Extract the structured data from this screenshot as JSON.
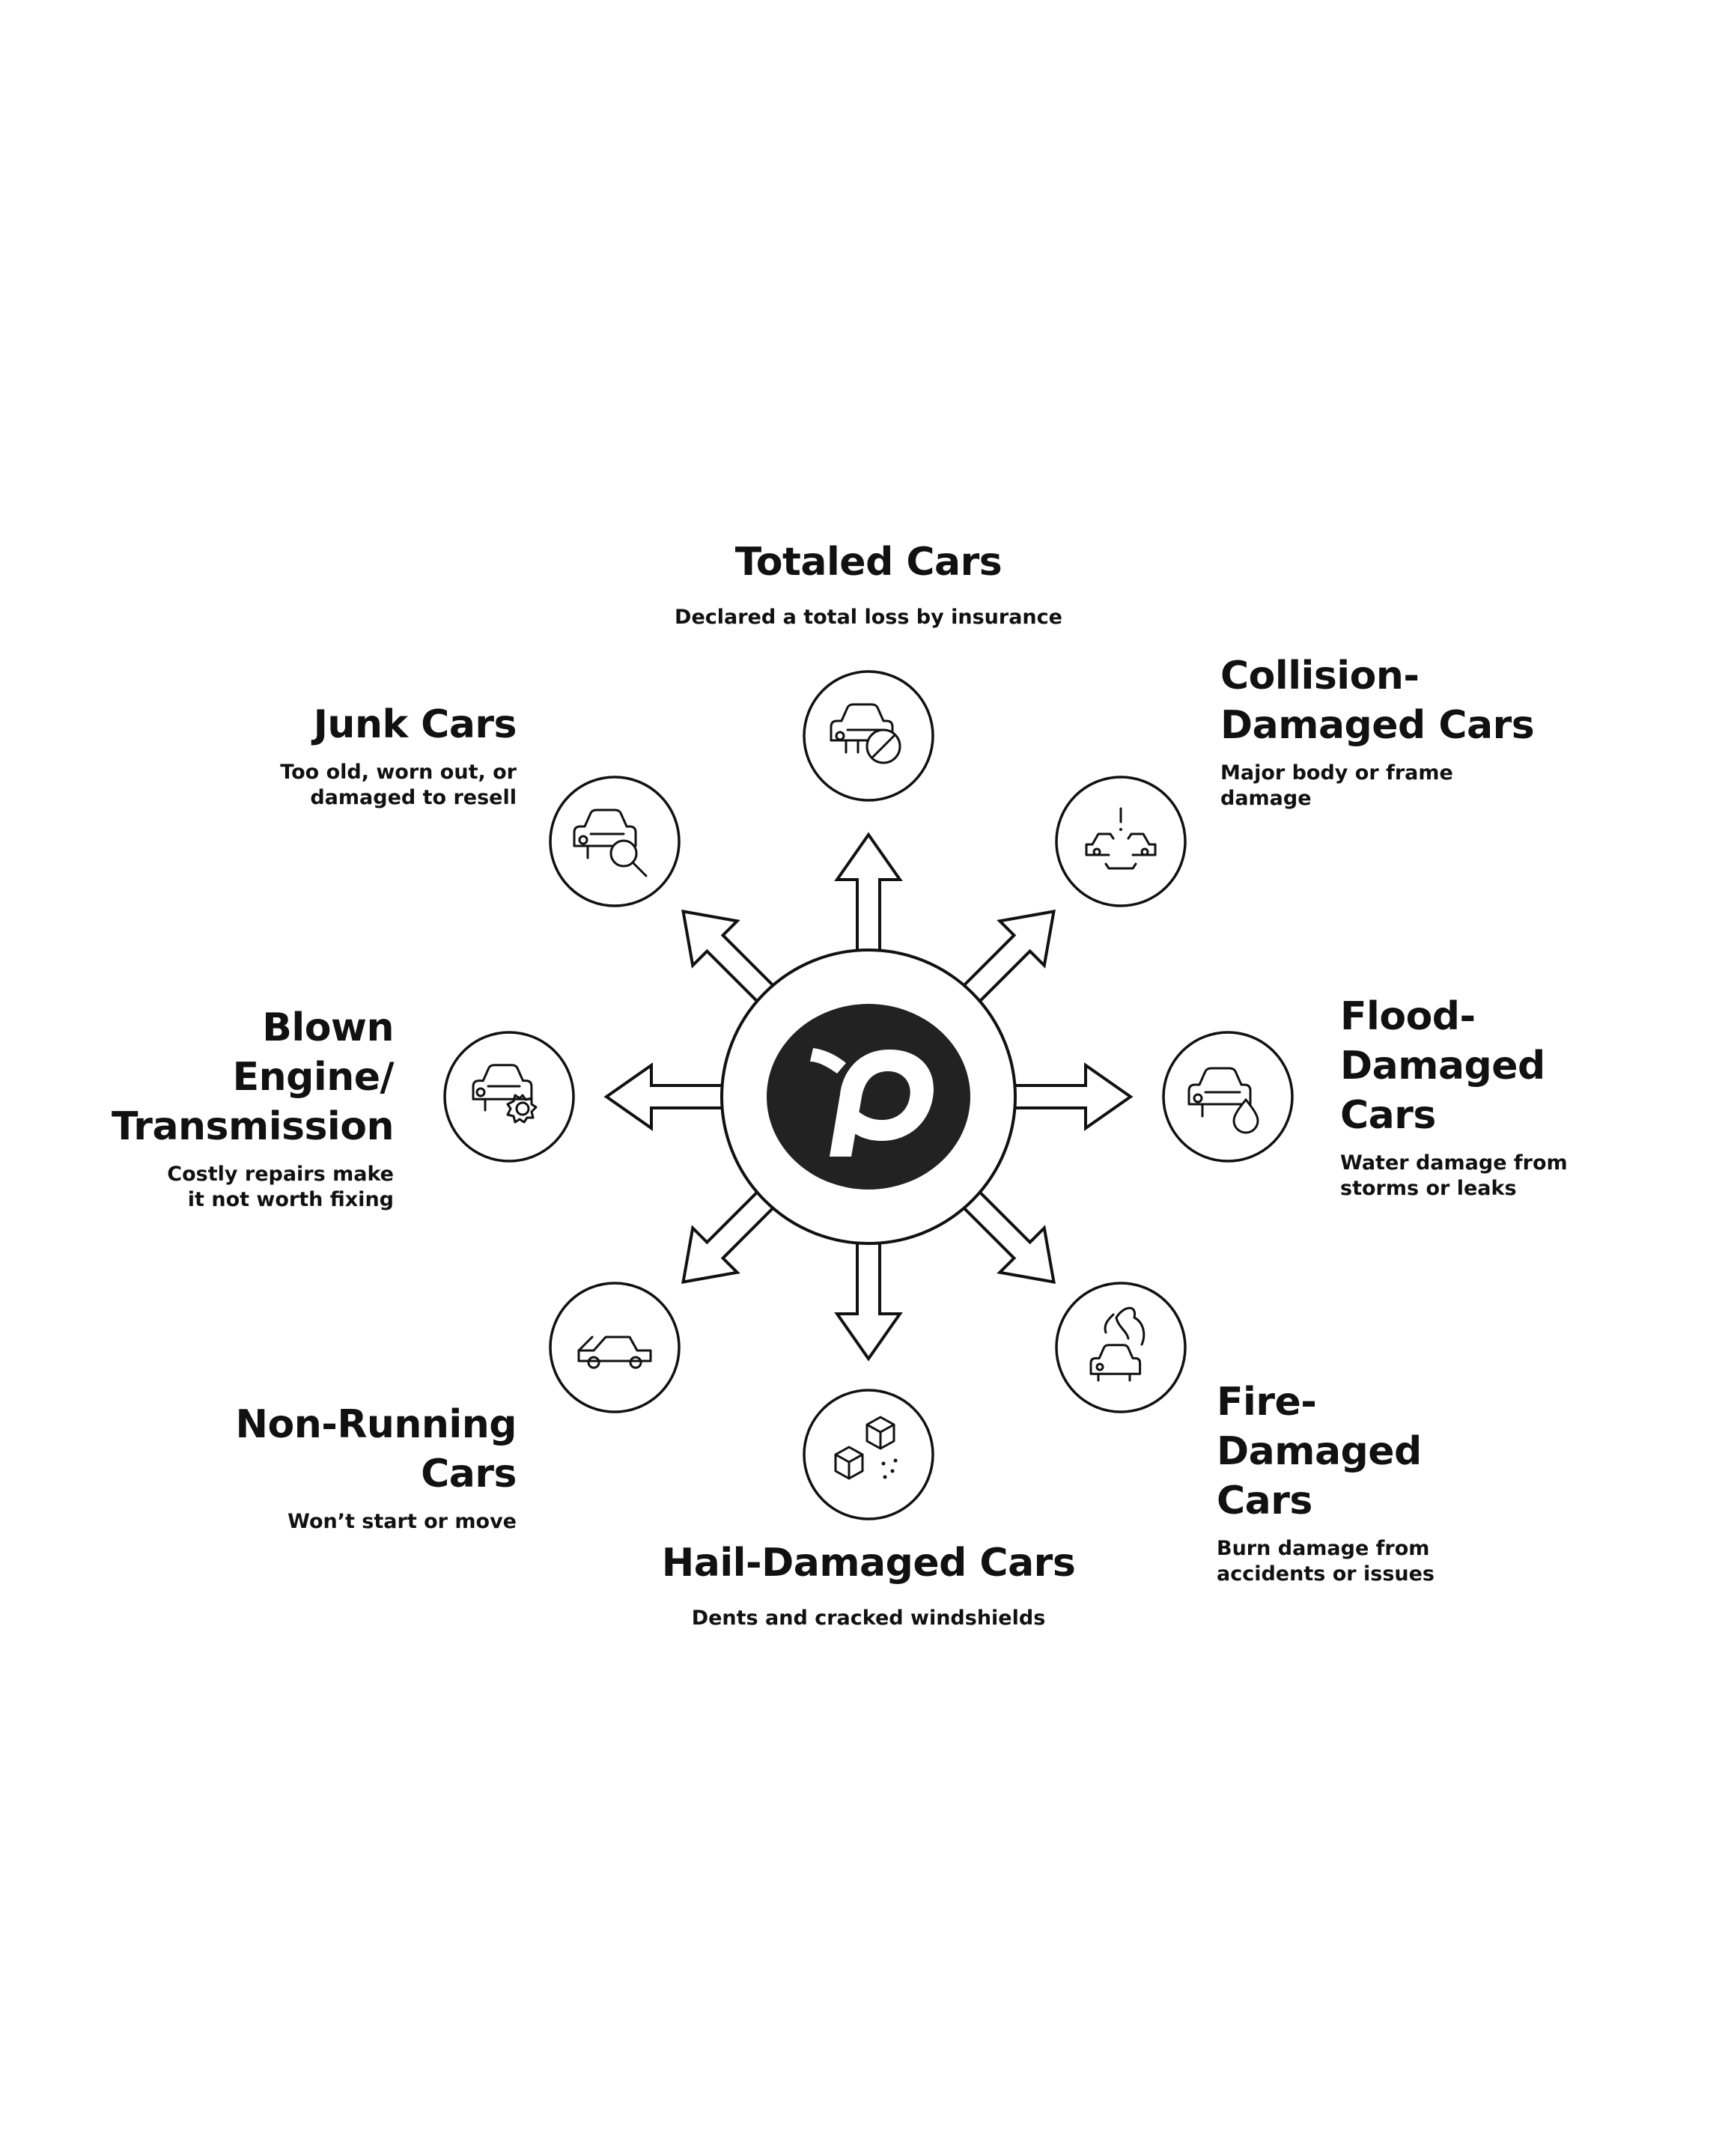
{
  "brand": {
    "logo_letter": "p",
    "logo_bg": "#222222",
    "logo_fg": "#ffffff"
  },
  "colors": {
    "stroke": "#111111",
    "background": "#ffffff"
  },
  "categories": [
    {
      "id": "totaled",
      "title": "Totaled Cars",
      "description": "Declared a total loss by insurance",
      "icon": "car-prohibited-icon"
    },
    {
      "id": "collision",
      "title": "Collision-\nDamaged Cars",
      "description": "Major body or frame\ndamage",
      "icon": "car-collision-icon"
    },
    {
      "id": "flood",
      "title": "Flood-\nDamaged\nCars",
      "description": "Water damage from\nstorms or leaks",
      "icon": "car-water-drop-icon"
    },
    {
      "id": "fire",
      "title": "Fire-\nDamaged\nCars",
      "description": "Burn damage from\naccidents or issues",
      "icon": "car-flame-icon"
    },
    {
      "id": "hail",
      "title": "Hail-Damaged Cars",
      "description": "Dents and cracked windshields",
      "icon": "hail-cubes-icon"
    },
    {
      "id": "nonrunning",
      "title": "Non-Running\nCars",
      "description": "Won’t start or move",
      "icon": "car-open-hood-icon"
    },
    {
      "id": "blown",
      "title": "Blown\nEngine/\nTransmission",
      "description": "Costly repairs make\nit not worth fixing",
      "icon": "car-gear-icon"
    },
    {
      "id": "junk",
      "title": "Junk Cars",
      "description": "Too old, worn out, or\ndamaged to resell",
      "icon": "car-magnifier-icon"
    }
  ]
}
